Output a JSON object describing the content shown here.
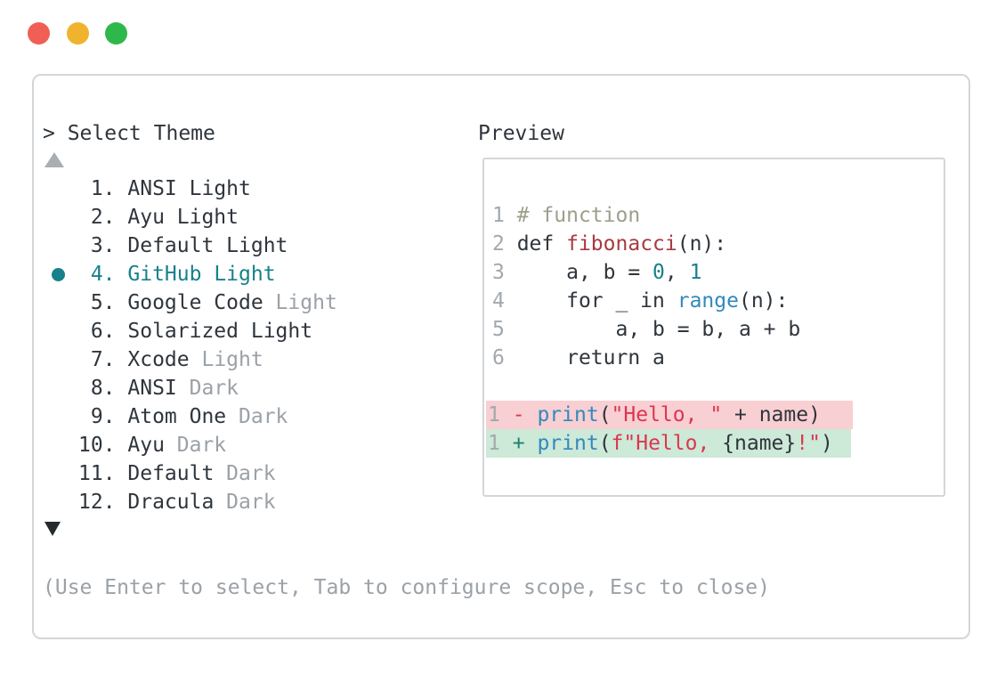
{
  "window": {
    "traffic_lights": {
      "close_color": "#f15e56",
      "minimize_color": "#f0b32d",
      "maximize_color": "#2eb84b"
    }
  },
  "selector": {
    "prompt": "> Select Theme",
    "scroll_up_enabled": false,
    "scroll_down_enabled": true,
    "accent_color": "#17818c",
    "items": [
      {
        "num": "1.",
        "name": "ANSI",
        "variant": "Light",
        "variant_dim": false,
        "selected": false
      },
      {
        "num": "2.",
        "name": "Ayu",
        "variant": "Light",
        "variant_dim": false,
        "selected": false
      },
      {
        "num": "3.",
        "name": "Default",
        "variant": "Light",
        "variant_dim": false,
        "selected": false
      },
      {
        "num": "4.",
        "name": "GitHub",
        "variant": "Light",
        "variant_dim": false,
        "selected": true
      },
      {
        "num": "5.",
        "name": "Google Code",
        "variant": "Light",
        "variant_dim": true,
        "selected": false
      },
      {
        "num": "6.",
        "name": "Solarized",
        "variant": "Light",
        "variant_dim": false,
        "selected": false
      },
      {
        "num": "7.",
        "name": "Xcode",
        "variant": "Light",
        "variant_dim": true,
        "selected": false
      },
      {
        "num": "8.",
        "name": "ANSI",
        "variant": "Dark",
        "variant_dim": true,
        "selected": false
      },
      {
        "num": "9.",
        "name": "Atom One",
        "variant": "Dark",
        "variant_dim": true,
        "selected": false
      },
      {
        "num": "10.",
        "name": "Ayu",
        "variant": "Dark",
        "variant_dim": true,
        "selected": false
      },
      {
        "num": "11.",
        "name": "Default",
        "variant": "Dark",
        "variant_dim": true,
        "selected": false
      },
      {
        "num": "12.",
        "name": "Dracula",
        "variant": "Dark",
        "variant_dim": true,
        "selected": false
      }
    ],
    "hint": "(Use Enter to select, Tab to configure scope, Esc to close)"
  },
  "preview": {
    "label": "Preview",
    "diff_removed_bg": "#f8cfd2",
    "diff_added_bg": "#cde9d8",
    "code_lines": [
      {
        "diff": null,
        "tokens": [
          [
            "ln",
            "1"
          ],
          [
            "plain",
            " "
          ],
          [
            "comment",
            "# function"
          ]
        ]
      },
      {
        "diff": null,
        "tokens": [
          [
            "ln",
            "2"
          ],
          [
            "plain",
            " def "
          ],
          [
            "func",
            "fibonacci"
          ],
          [
            "plain",
            "(n):"
          ]
        ]
      },
      {
        "diff": null,
        "tokens": [
          [
            "ln",
            "3"
          ],
          [
            "plain",
            "     a, b = "
          ],
          [
            "num",
            "0"
          ],
          [
            "plain",
            ", "
          ],
          [
            "num",
            "1"
          ]
        ]
      },
      {
        "diff": null,
        "tokens": [
          [
            "ln",
            "4"
          ],
          [
            "plain",
            "     for _ in "
          ],
          [
            "call",
            "range"
          ],
          [
            "plain",
            "(n):"
          ]
        ]
      },
      {
        "diff": null,
        "tokens": [
          [
            "ln",
            "5"
          ],
          [
            "plain",
            "         a, b = b, a + b"
          ]
        ]
      },
      {
        "diff": null,
        "tokens": [
          [
            "ln",
            "6"
          ],
          [
            "plain",
            "     return a"
          ]
        ]
      },
      {
        "diff": null,
        "tokens": []
      },
      {
        "diff": "removed",
        "tokens": [
          [
            "ln",
            "1"
          ],
          [
            "plain",
            " "
          ],
          [
            "minus",
            "-"
          ],
          [
            "plain",
            " "
          ],
          [
            "call",
            "print"
          ],
          [
            "plain",
            "("
          ],
          [
            "str",
            "\"Hello, \""
          ],
          [
            "plain",
            " + name)"
          ]
        ]
      },
      {
        "diff": "added",
        "tokens": [
          [
            "ln",
            "1"
          ],
          [
            "plain",
            " "
          ],
          [
            "plus",
            "+"
          ],
          [
            "plain",
            " "
          ],
          [
            "call",
            "print"
          ],
          [
            "plain",
            "("
          ],
          [
            "str",
            "f\"Hello, "
          ],
          [
            "interp",
            "{name}"
          ],
          [
            "str",
            "!\""
          ],
          [
            "plain",
            ")"
          ]
        ]
      }
    ]
  }
}
